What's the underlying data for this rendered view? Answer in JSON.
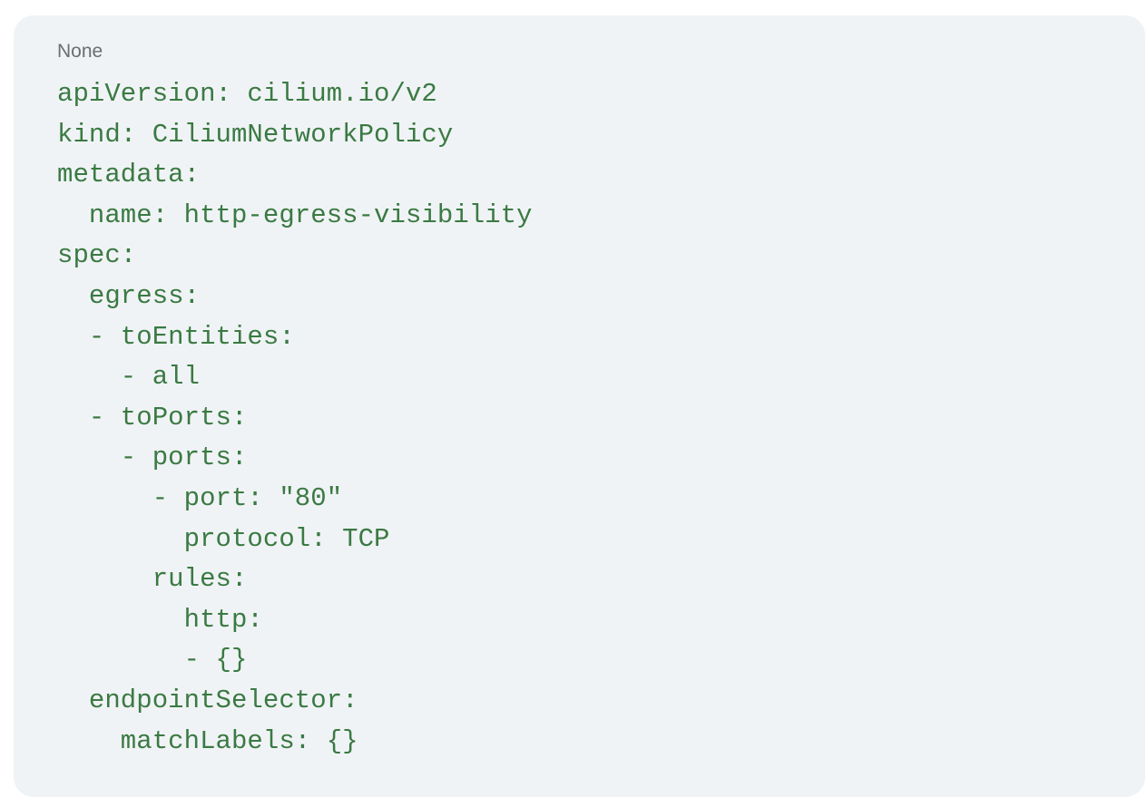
{
  "code_block": {
    "language_label": "None",
    "lines": [
      "apiVersion: cilium.io/v2",
      "kind: CiliumNetworkPolicy",
      "metadata:",
      "  name: http-egress-visibility",
      "spec:",
      "  egress:",
      "  - toEntities:",
      "    - all",
      "  - toPorts:",
      "    - ports:",
      "      - port: \"80\"",
      "        protocol: TCP",
      "      rules:",
      "        http:",
      "        - {}",
      "  endpointSelector:",
      "    matchLabels: {}"
    ],
    "colors": {
      "background": "#f0f3f5",
      "code_text": "#3a7a43",
      "label_text": "#6b6e71"
    }
  }
}
